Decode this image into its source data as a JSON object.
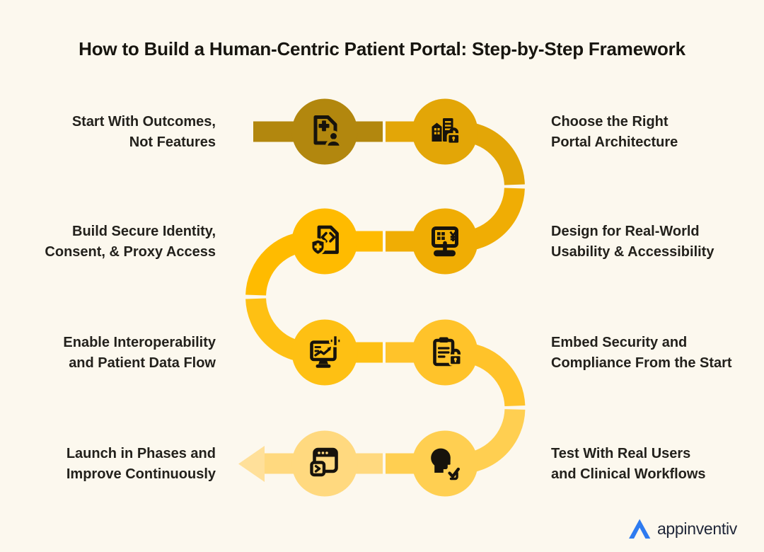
{
  "title": "How to Build a Human-Centric Patient Portal: Step-by-Step Framework",
  "background_color": "#fcf8ee",
  "label_color": "#23211c",
  "icon_ink_color": "#17130c",
  "flow": {
    "arrow_color": "#ffe09a",
    "gap_color": "#fcf8ee"
  },
  "steps": [
    {
      "line1": "Start With Outcomes,",
      "line2": "Not Features",
      "icon": "medical-record-user-icon",
      "color": "#b2870e",
      "position": "row1-left"
    },
    {
      "line1": "Choose the Right",
      "line2": "Portal Architecture",
      "icon": "buildings-lock-icon",
      "color": "#e3a607",
      "position": "row1-right"
    },
    {
      "line1": "Design for Real-World",
      "line2": "Usability & Accessibility",
      "icon": "kiosk-touchscreen-icon",
      "color": "#f0ad04",
      "position": "row2-right"
    },
    {
      "line1": "Build Secure Identity,",
      "line2": "Consent, & Proxy Access",
      "icon": "shield-code-document-icon",
      "color": "#ffbb00",
      "position": "row2-left"
    },
    {
      "line1": "Enable Interoperability",
      "line2": "and Patient Data Flow",
      "icon": "monitor-chart-plus-icon",
      "color": "#fec013",
      "position": "row3-left"
    },
    {
      "line1": "Embed Security and",
      "line2": "Compliance From the Start",
      "icon": "clipboard-lock-icon",
      "color": "#ffc32a",
      "position": "row3-right"
    },
    {
      "line1": "Test With Real Users",
      "line2": "and Clinical Workflows",
      "icon": "head-check-icon",
      "color": "#ffcf51",
      "position": "row4-right"
    },
    {
      "line1": "Launch in Phases and",
      "line2": "Improve Continuously",
      "icon": "browser-code-icon",
      "color": "#ffd97f",
      "position": "row4-left"
    }
  ],
  "logo": {
    "name": "appinventiv",
    "mark_color": "#2e7bf0",
    "text_color": "#1f2638"
  }
}
